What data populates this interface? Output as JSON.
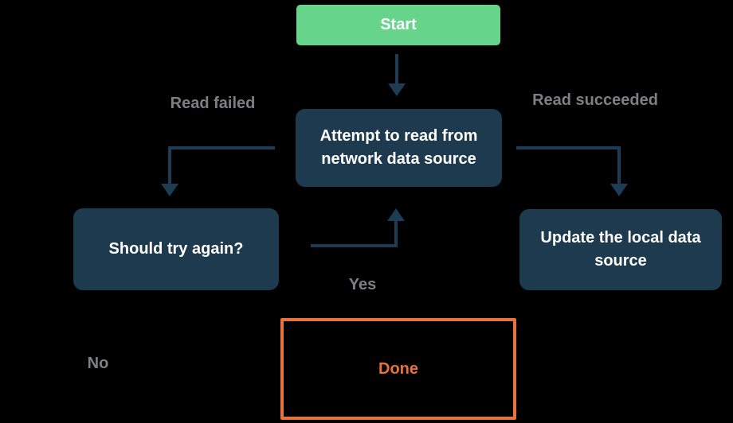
{
  "diagram": {
    "title": "network read retry flowchart",
    "nodes": {
      "start": {
        "label": "Start"
      },
      "attempt": {
        "label": "Attempt to read from network data source"
      },
      "should_try": {
        "label": "Should try again?"
      },
      "update": {
        "label": "Update the local data source"
      },
      "done": {
        "label": "Done"
      }
    },
    "edge_labels": {
      "read_failed": "Read failed",
      "read_succeeded": "Read succeeded",
      "yes": "Yes",
      "no": "No"
    },
    "colors": {
      "background": "#000000",
      "node_fill": "#1d3a4e",
      "node_text": "#ffffff",
      "start_fill": "#67d48c",
      "done_border": "#e8713c",
      "done_text": "#e8713c",
      "edge_stroke": "#1e3c53",
      "edge_label_text": "#7d7f82"
    }
  }
}
